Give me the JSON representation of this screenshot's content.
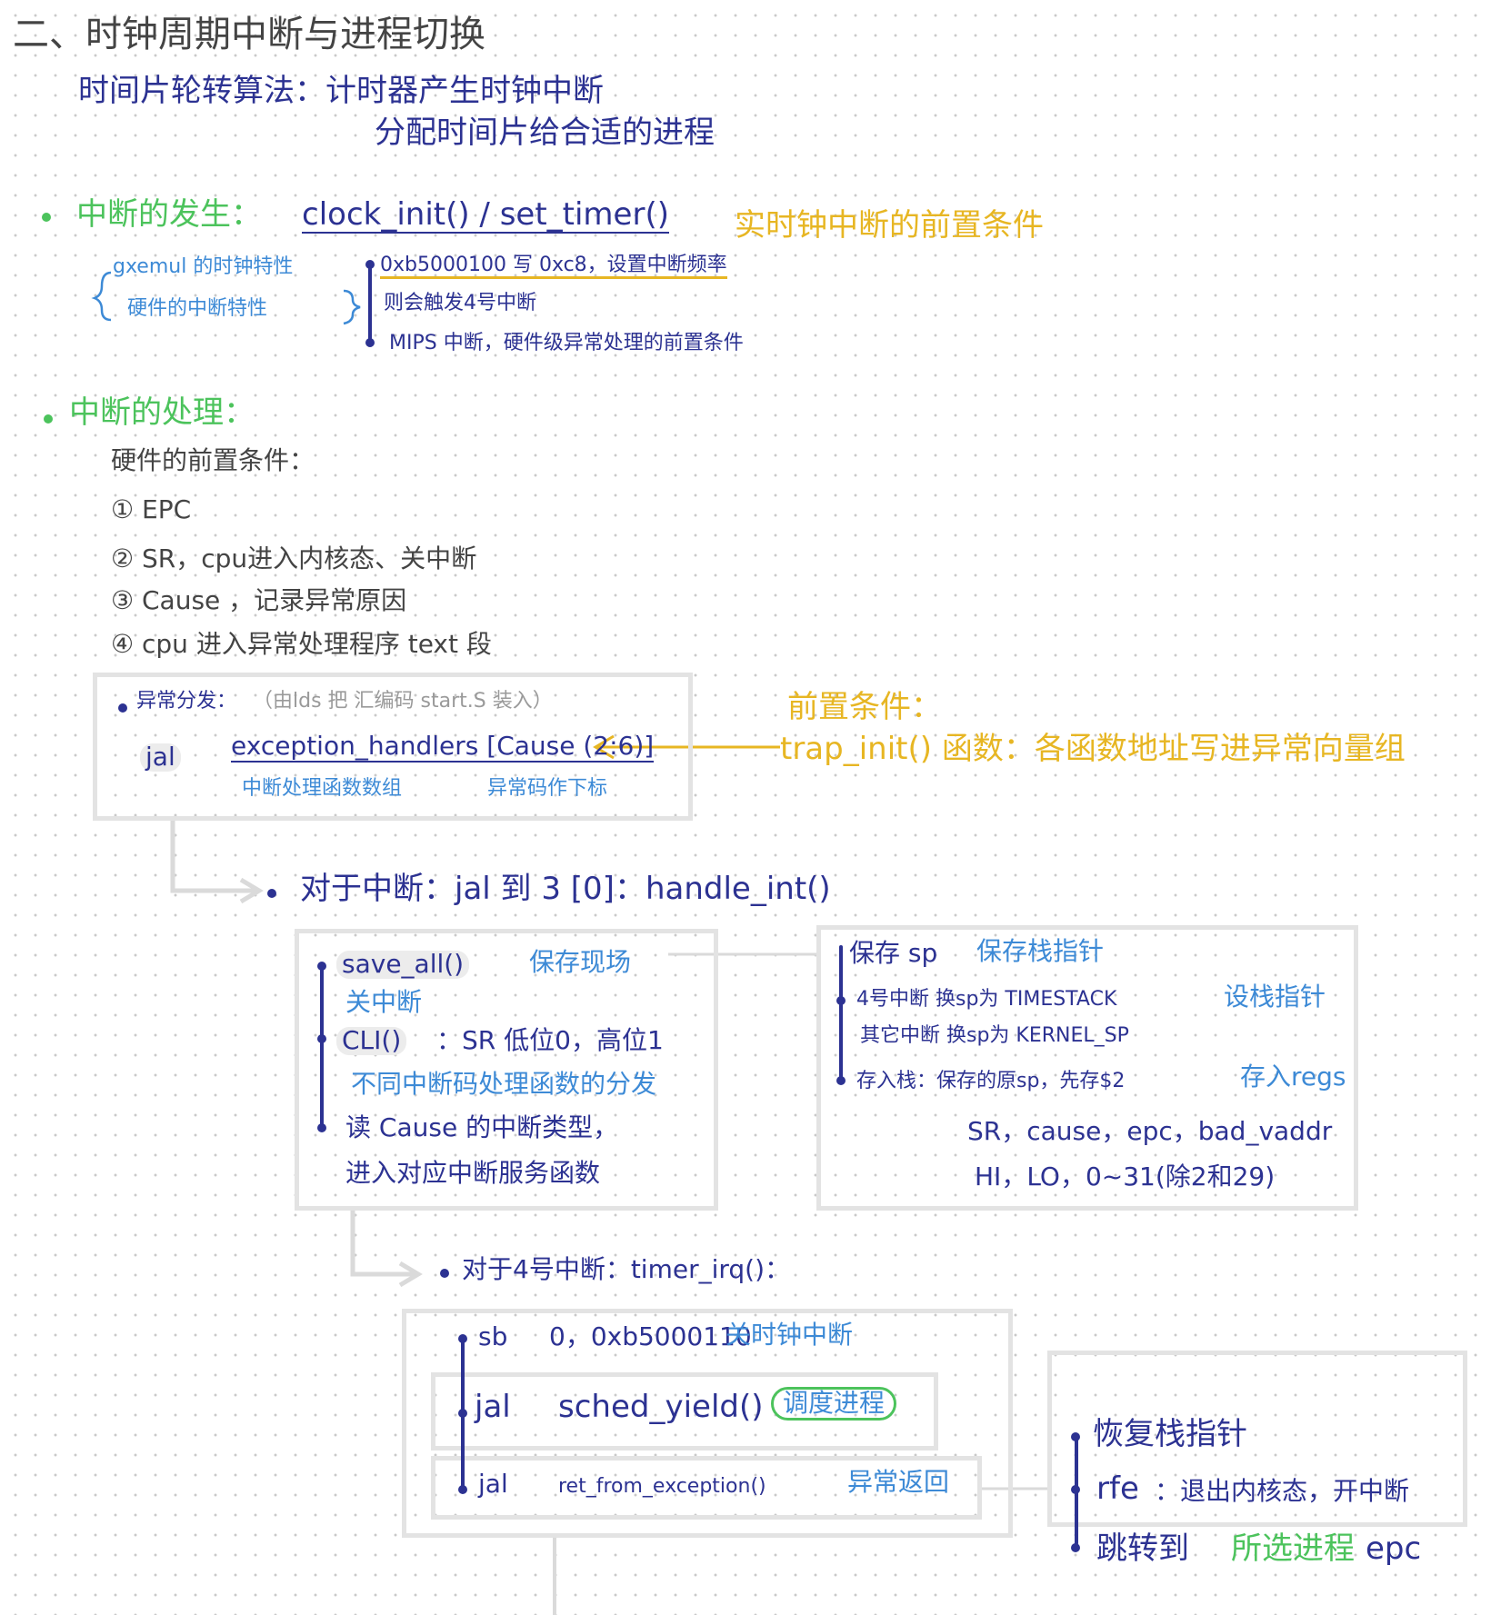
{
  "title": "二、时钟周期中断与进程切换",
  "algo": {
    "line1": "时间片轮转算法：计时器产生时钟中断",
    "line2": "分配时间片给合适的进程"
  },
  "interrupt_gen": {
    "heading": "中断的发生：",
    "funcs": "clock_init() / set_timer()",
    "yellow_note": "实时钟中断的前置条件",
    "left_1": "gxemul 的时钟特性",
    "left_2": "硬件的中断特性",
    "right_1": "0xb5000100 写 0xc8，设置中断频率",
    "right_2": "则会触发4号中断",
    "right_3": "MIPS 中断，硬件级异常处理的前置条件"
  },
  "interrupt_handle": {
    "heading": "中断的处理：",
    "hw_title": "硬件的前置条件：",
    "items": [
      "① EPC",
      "② SR，cpu进入内核态、关中断",
      "③ Cause ，记录异常原因",
      "④ cpu 进入异常处理程序 text 段"
    ]
  },
  "dispatch_box": {
    "line1_label": "异常分发：",
    "line1_note": "（由lds 把 汇编码 start.S 装入）",
    "jal": "jal",
    "target": "exception_handlers [Cause (2:6)]",
    "sub1": "中断处理函数数组",
    "sub2": "异常码作下标"
  },
  "trap_note": {
    "line1": "前置条件：",
    "line2": "trap_init() 函数：各函数地址写进异常向量组"
  },
  "handle_int": {
    "line": "对于中断：jal 到 3 [0]：handle_int()"
  },
  "save_box": {
    "save_all": "save_all()",
    "save_note": "保存现场",
    "cli_note": "关中断",
    "cli": "CLI()",
    "cli_desc": "：SR 低位0，高位1",
    "dispatch_note": "不同中断码处理函数的分发",
    "read_cause_1": "读 Cause 的中断类型，",
    "read_cause_2": "进入对应中断服务函数"
  },
  "sp_box": {
    "l1a": "保存 sp",
    "l1b": "保存栈指针",
    "l2a": "4号中断 换sp为 TIMESTACK",
    "l2b": "设栈指针",
    "l3": "其它中断 换sp为 KERNEL_SP",
    "l4a": "存入栈：保存的原sp，先存$2",
    "l4b": "存入regs",
    "l5": "SR，cause，epc，bad_vaddr",
    "l6": "HI，LO，0~31(除2和29)"
  },
  "timer_irq": {
    "line": "对于4号中断：timer_irq()："
  },
  "timer_box": {
    "sb": "sb",
    "sb_args": "0，0xb5000110",
    "sb_note": "关时钟中断",
    "jal1": "jal",
    "sched": "sched_yield()",
    "sched_note": "调度进程",
    "jal2": "jal",
    "ret": "ret_from_exception()",
    "ret_note": "异常返回"
  },
  "restore_box": {
    "l1": "恢复栈指针",
    "l2a": "rfe",
    "l2b": "：退出内核态，开中断",
    "l3a": "跳转到",
    "l3b": "所选进程",
    "l3c": "epc"
  }
}
